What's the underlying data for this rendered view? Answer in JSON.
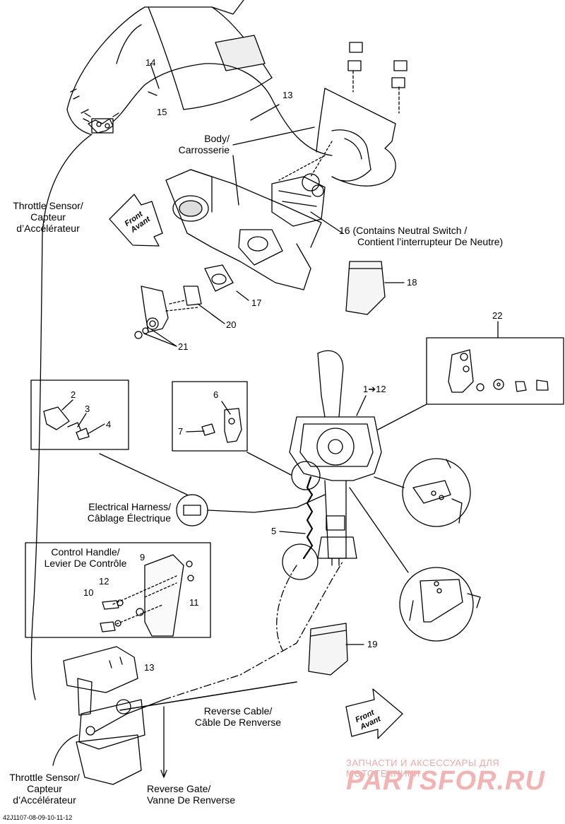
{
  "labels": {
    "throttle_sensor_top": [
      "Throttle Sensor/",
      "Capteur",
      "d’Accélérateur"
    ],
    "throttle_sensor_bottom": [
      "Throttle Sensor/",
      "Capteur",
      "d’Accélérateur"
    ],
    "body": [
      "Body/",
      "Carrosserie"
    ],
    "electrical_harness": [
      "Electrical  Harness/",
      "Câblage Électrique"
    ],
    "control_handle": [
      "Control Handle/",
      "Levier De Contrôle"
    ],
    "reverse_cable": [
      "Reverse Cable/",
      "Câble De Renverse"
    ],
    "reverse_gate": [
      "Reverse Gate/",
      "Vanne De Renverse"
    ],
    "part16": [
      "16 (Contains Neutral Switch /",
      "Contient l’interrupteur De Neutre)"
    ],
    "front_top": [
      "Front",
      "Avant"
    ],
    "front_bottom": [
      "Front",
      "Avant"
    ]
  },
  "callouts": {
    "n14": "14",
    "n15": "15",
    "n13_top": "13",
    "n17": "17",
    "n18": "18",
    "n20": "20",
    "n21": "21",
    "n22": "22",
    "n1_12": "1➔12",
    "n2": "2",
    "n3": "3",
    "n4": "4",
    "n6": "6",
    "n7": "7",
    "n5": "5",
    "n9": "9",
    "n10": "10",
    "n11": "11",
    "n12": "12",
    "n13_bottom": "13",
    "n19": "19"
  },
  "footer": {
    "code": "42J1107-08-09-10-11-12"
  },
  "watermark": {
    "top": "ЗАПЧАСТИ И АКСЕССУАРЫ ДЛЯ МОТОТЕХНИКИ",
    "logo": "PARTSFOR.RU"
  }
}
